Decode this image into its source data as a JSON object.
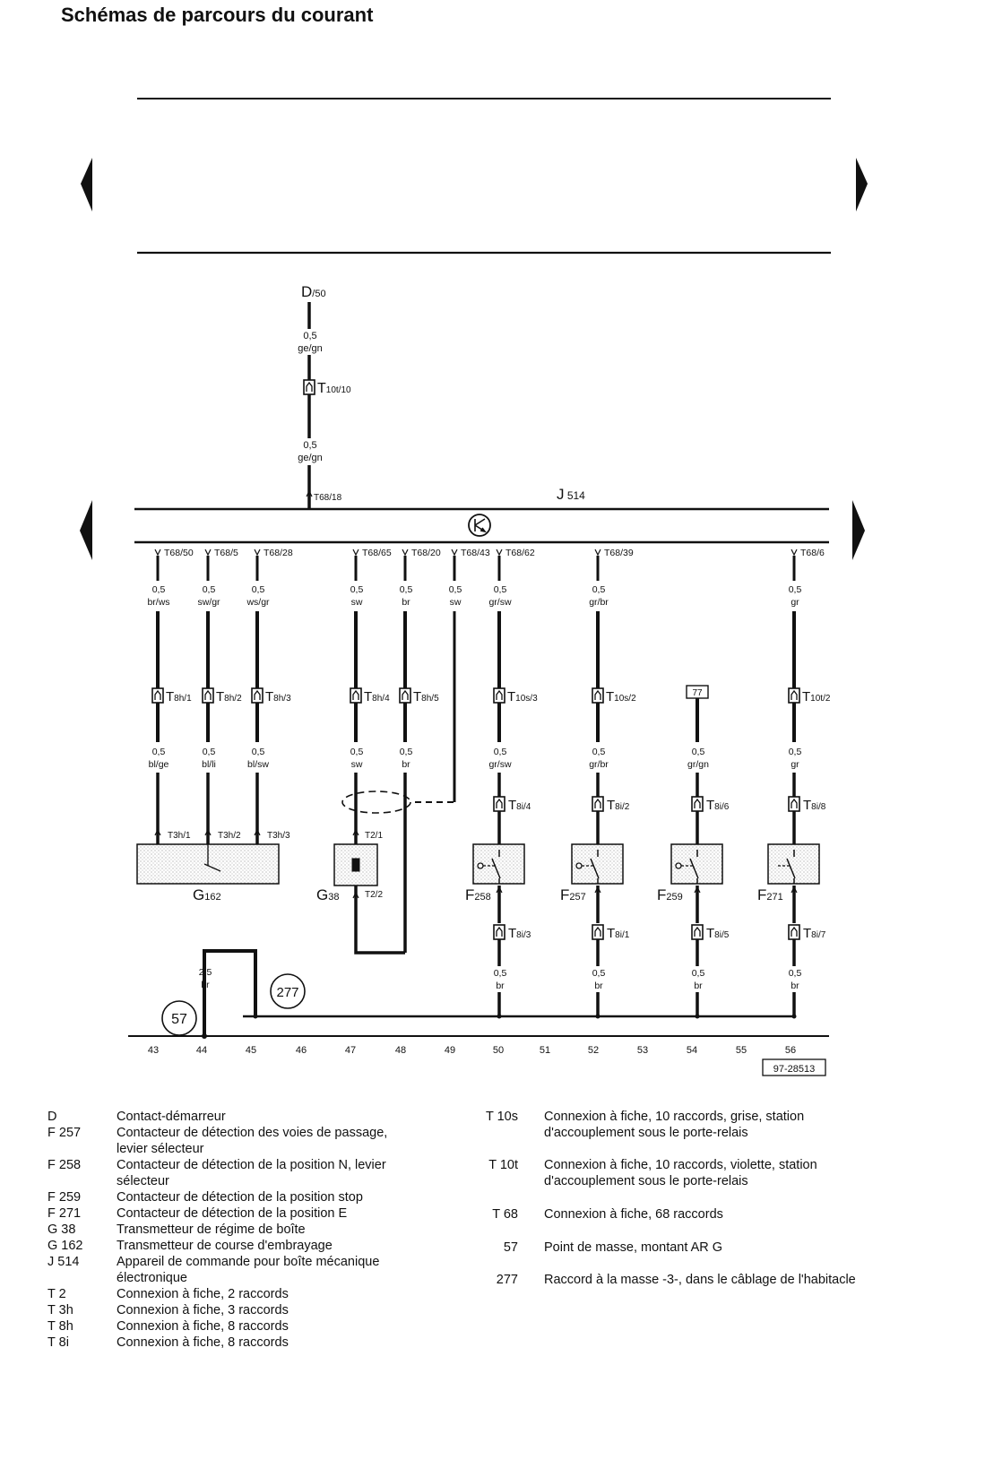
{
  "page": {
    "title": "Schémas de parcours du courant"
  },
  "diagram": {
    "control_unit": {
      "code": "J",
      "suffix": "514"
    },
    "top_feed": {
      "source_code": "D",
      "source_term": "/50",
      "wire_size": "0,5",
      "wire_color": "ge/gn",
      "connector_main": "T",
      "connector_sub": "10t/10",
      "pin": "T68/18"
    },
    "pins": [
      "T68/50",
      "T68/5",
      "T68/28",
      "T68/65",
      "T68/20",
      "T68/43",
      "T68/62",
      "T68/39",
      "T68/6"
    ],
    "upper_wires": [
      {
        "size": "0,5",
        "color": "br/ws"
      },
      {
        "size": "0,5",
        "color": "sw/gr"
      },
      {
        "size": "0,5",
        "color": "ws/gr"
      },
      {
        "size": "0,5",
        "color": "sw"
      },
      {
        "size": "0,5",
        "color": "br"
      },
      {
        "size": "0,5",
        "color": "sw"
      },
      {
        "size": "0,5",
        "color": "gr/sw"
      },
      {
        "size": "0,5",
        "color": "gr/br"
      },
      {
        "size": "0,5",
        "color": "gr"
      }
    ],
    "mid_connectors": [
      {
        "main": "T",
        "sub": "8h/1"
      },
      {
        "main": "T",
        "sub": "8h/2"
      },
      {
        "main": "T",
        "sub": "8h/3"
      },
      {
        "main": "T",
        "sub": "8h/4"
      },
      {
        "main": "T",
        "sub": "8h/5"
      },
      {
        "main": "T",
        "sub": "10s/3"
      },
      {
        "main": "T",
        "sub": "10s/2"
      },
      {
        "main": "T",
        "sub": "10t/2"
      }
    ],
    "ref_box": "77",
    "lower_wires": [
      {
        "size": "0,5",
        "color": "bl/ge"
      },
      {
        "size": "0,5",
        "color": "bl/li"
      },
      {
        "size": "0,5",
        "color": "bl/sw"
      },
      {
        "size": "0,5",
        "color": "sw"
      },
      {
        "size": "0,5",
        "color": "br"
      },
      {
        "size": "0,5",
        "color": "gr/sw"
      },
      {
        "size": "0,5",
        "color": "gr/br"
      },
      {
        "size": "0,5",
        "color": "gr/gn"
      },
      {
        "size": "0,5",
        "color": "gr"
      }
    ],
    "switch_connectors_top": [
      {
        "main": "T",
        "sub": "8i/4"
      },
      {
        "main": "T",
        "sub": "8i/2"
      },
      {
        "main": "T",
        "sub": "8i/6"
      },
      {
        "main": "T",
        "sub": "8i/8"
      }
    ],
    "g162_pins": [
      "T3h/1",
      "T3h/2",
      "T3h/3"
    ],
    "g38_pins": [
      "T2/1",
      "T2/2"
    ],
    "components": [
      {
        "main": "G",
        "sub": "162"
      },
      {
        "main": "G",
        "sub": "38"
      },
      {
        "main": "F",
        "sub": "258"
      },
      {
        "main": "F",
        "sub": "257"
      },
      {
        "main": "F",
        "sub": "259"
      },
      {
        "main": "F",
        "sub": "271"
      }
    ],
    "switch_connectors_bottom": [
      {
        "main": "T",
        "sub": "8i/3"
      },
      {
        "main": "T",
        "sub": "8i/1"
      },
      {
        "main": "T",
        "sub": "8i/5"
      },
      {
        "main": "T",
        "sub": "8i/7"
      }
    ],
    "ground_wires": [
      {
        "size": "2,5",
        "color": "br"
      },
      {
        "size": "0,5",
        "color": "br"
      },
      {
        "size": "0,5",
        "color": "br"
      },
      {
        "size": "0,5",
        "color": "br"
      },
      {
        "size": "0,5",
        "color": "br"
      }
    ],
    "ground_points": [
      "57",
      "277"
    ],
    "track_numbers": [
      "43",
      "44",
      "45",
      "46",
      "47",
      "48",
      "49",
      "50",
      "51",
      "52",
      "53",
      "54",
      "55",
      "56"
    ],
    "figure_id": "97-28513"
  },
  "legend_left": [
    {
      "code": "D",
      "desc": "Contact-démarreur"
    },
    {
      "code": "F 257",
      "desc": "Contacteur de détection des voies de passage,\nlevier sélecteur"
    },
    {
      "code": "F 258",
      "desc": "Contacteur de détection de la position N, levier\nsélecteur"
    },
    {
      "code": "F 259",
      "desc": "Contacteur de détection de la position stop"
    },
    {
      "code": "F 271",
      "desc": "Contacteur de détection de la position E"
    },
    {
      "code": "G 38",
      "desc": "Transmetteur de régime de boîte"
    },
    {
      "code": "G 162",
      "desc": "Transmetteur de course d'embrayage"
    },
    {
      "code": "J 514",
      "desc": "Appareil de commande pour boîte mécanique\n      électronique"
    },
    {
      "code": "T 2",
      "desc": "Connexion à fiche, 2 raccords"
    },
    {
      "code": "T 3h",
      "desc": "Connexion à fiche, 3 raccords"
    },
    {
      "code": "T 8h",
      "desc": "Connexion à fiche, 8 raccords"
    },
    {
      "code": "T 8i",
      "desc": "Connexion à fiche, 8 raccords"
    }
  ],
  "legend_right": [
    {
      "code": "T 10s",
      "desc": "Connexion à fiche, 10 raccords, grise, station\nd'accouplement sous le porte-relais"
    },
    {
      "code": "T 10t",
      "desc": "Connexion à fiche, 10 raccords, violette, station\nd'accouplement sous le porte-relais"
    },
    {
      "code": "T 68",
      "desc": "Connexion à fiche, 68 raccords"
    },
    {
      "code": "57",
      "desc": "Point de masse, montant AR G"
    },
    {
      "code": "277",
      "desc": "Raccord à la masse -3-, dans le câblage de l'habitacle"
    }
  ]
}
